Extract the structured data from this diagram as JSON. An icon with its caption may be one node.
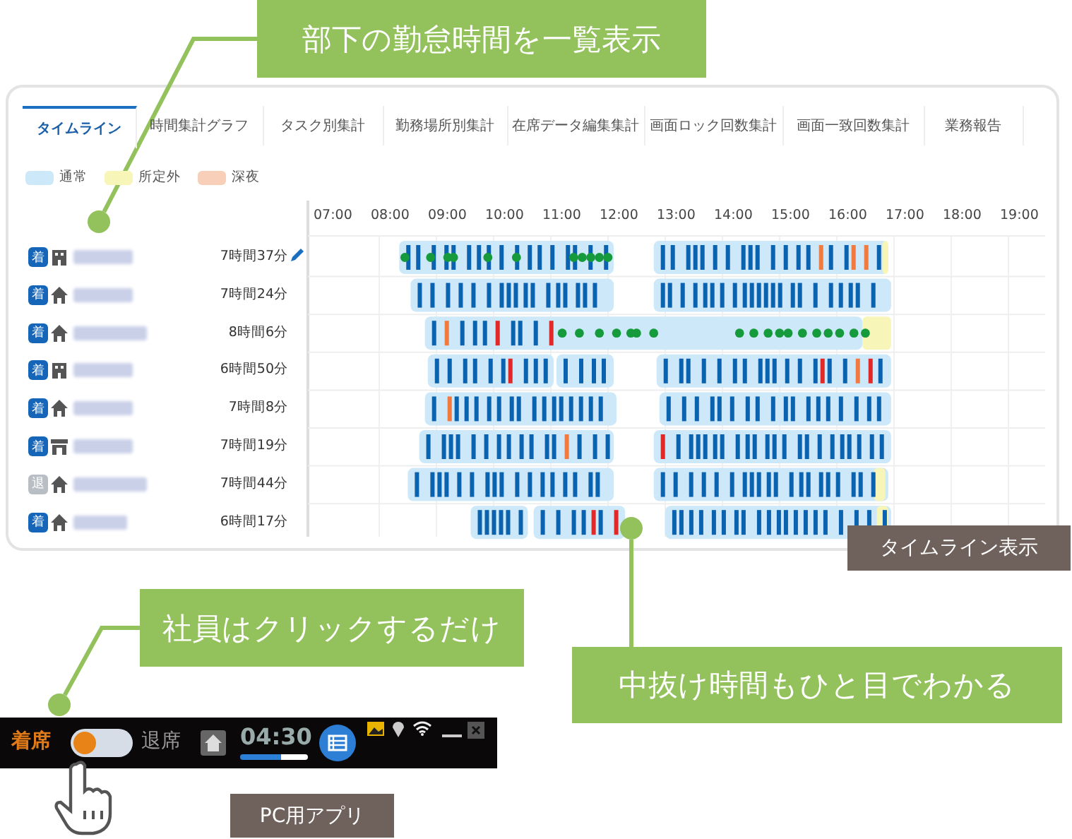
{
  "diagram": {
    "nodes": [
      {
        "text": [
          "部下の勤怠時間を一覧表示"
        ]
      },
      {
        "text": [],
        "shape": "circle"
      },
      {
        "text": [
          "中抜け時間もひと目でわかる"
        ]
      },
      {
        "text": [],
        "shape": "circle"
      },
      {
        "text": [
          "社員はクリックするだけ"
        ]
      },
      {
        "text": [],
        "shape": "circle"
      },
      {
        "text": [
          "タイムライン表示"
        ]
      },
      {
        "text": [
          "PC用アプリ"
        ]
      }
    ],
    "edges": [
      {
        "from": 0,
        "to": 1,
        "arrow": "none"
      },
      {
        "from": 2,
        "to": 3,
        "arrow": "none"
      },
      {
        "from": 4,
        "to": 5,
        "arrow": "none"
      }
    ],
    "labels": [
      "タイムライン",
      "時間集計グラフ",
      "タスク別集計",
      "勤務場所別集計",
      "在席データ編集集計",
      "画面ロック回数集計",
      "画面一致回数集計",
      "業務報告",
      "07:00",
      "08:00",
      "09:00",
      "10:00",
      "11:00",
      "12:00",
      "13:00",
      "14:00",
      "15:00",
      "16:00",
      "17:00",
      "18:00",
      "19:00",
      "着",
      "7時間37分",
      "着",
      "7時間24分",
      "着",
      "8時間6分",
      "着",
      "6時間50分",
      "着",
      "7時間8分",
      "着",
      "7時間19分",
      "退",
      "7時間44分",
      "着",
      "6時間17分",
      "着席",
      "退席",
      "04:30"
    ],
    "legend": [
      {
        "text": "通常",
        "color": "#cde8f8"
      },
      {
        "text": "所定外",
        "color": "#f8f5b8"
      },
      {
        "text": "深夜",
        "color": "#f8cfb8"
      }
    ]
  }
}
